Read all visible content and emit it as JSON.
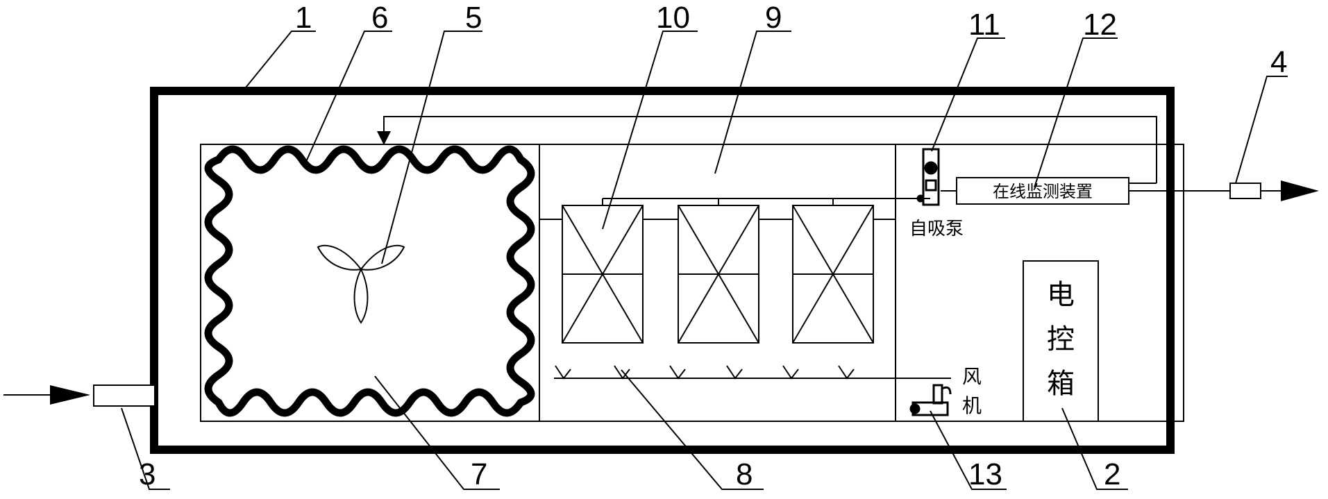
{
  "labels": {
    "pump": "自吸泵",
    "monitor": "在线监测装置",
    "fan_line1": "风",
    "fan_line2": "机",
    "ctrl_line1": "电",
    "ctrl_line2": "控",
    "ctrl_line3": "箱"
  },
  "callouts": [
    "1",
    "2",
    "3",
    "4",
    "5",
    "6",
    "7",
    "8",
    "9",
    "10",
    "11",
    "12",
    "13"
  ]
}
